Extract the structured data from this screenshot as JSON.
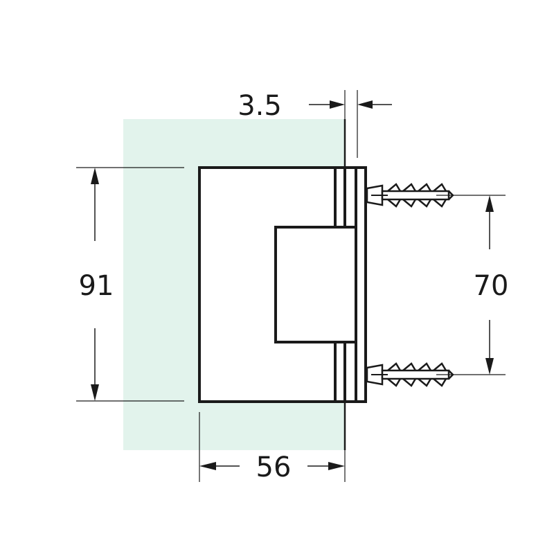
{
  "diagram": {
    "colors": {
      "glass": "#e2f3ec",
      "line": "#1a1a1a",
      "background": "#ffffff"
    },
    "dimensions": {
      "thickness_label": "3.5",
      "height_label": "91",
      "width_label": "56",
      "anchor_spacing_label": "70"
    },
    "icons": {
      "wall_anchor_top": "wall-plug-anchor-icon",
      "wall_anchor_bottom": "wall-plug-anchor-icon"
    }
  }
}
